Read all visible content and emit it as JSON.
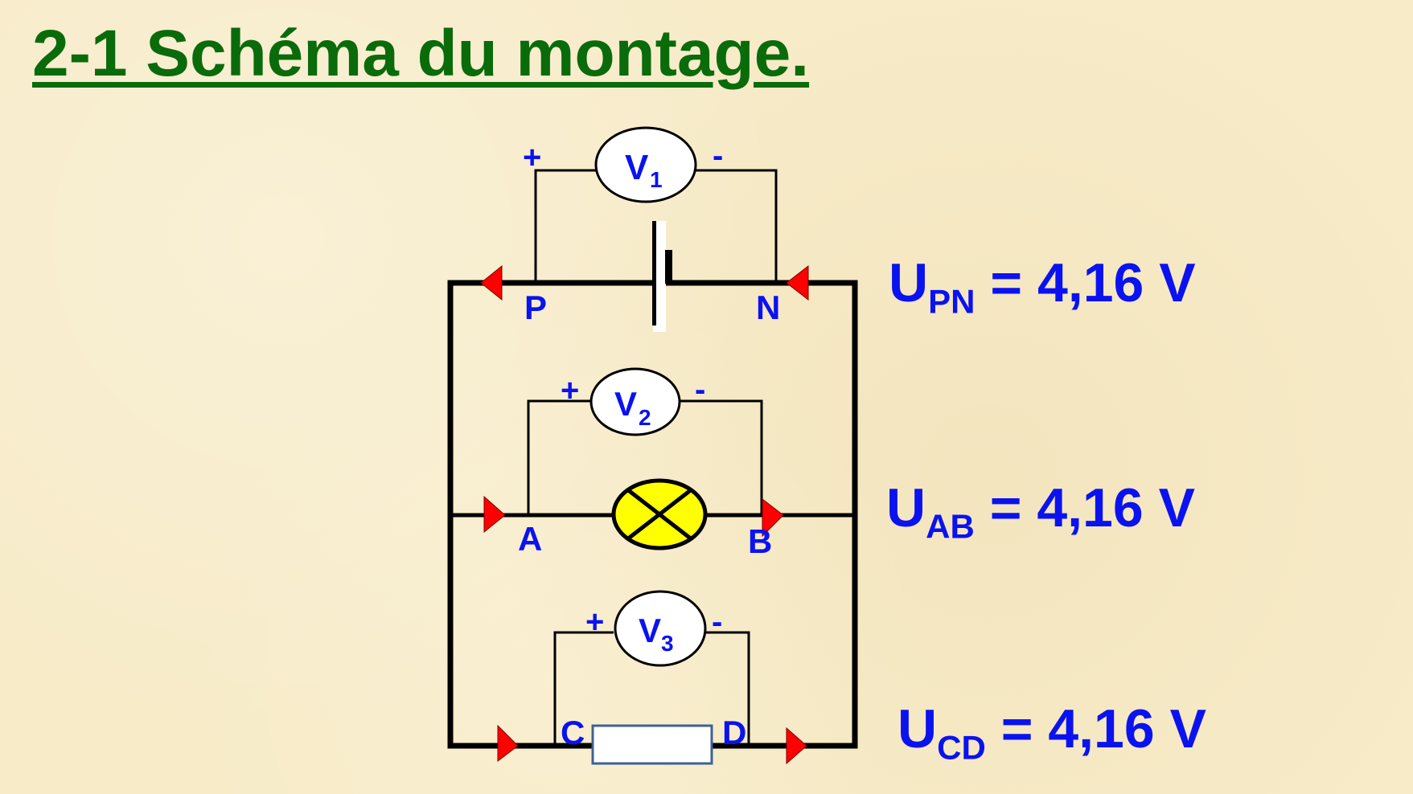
{
  "title": "2-1 Schéma du montage.",
  "colors": {
    "title": "#0a6b0a",
    "labels": "#0b12f0",
    "arrow": "#ff0000",
    "lamp": "#ffff00",
    "resistor_border": "#3c6293",
    "background": "#f7ebc8"
  },
  "voltmeters": [
    {
      "letter": "V",
      "index": "1",
      "plus": "+",
      "minus": "-"
    },
    {
      "letter": "V",
      "index": "2",
      "plus": "+",
      "minus": "-"
    },
    {
      "letter": "V",
      "index": "3",
      "plus": "+",
      "minus": "-"
    }
  ],
  "nodes": {
    "P": "P",
    "N": "N",
    "A": "A",
    "B": "B",
    "C": "C",
    "D": "D"
  },
  "components": {
    "generator": "battery-icon",
    "lamp": "lamp-icon",
    "resistor": "resistor-icon"
  },
  "measurements": [
    {
      "symbol": "U",
      "sub": "PN",
      "equals": "=",
      "value": "4,16",
      "unit": "V"
    },
    {
      "symbol": "U",
      "sub": "AB",
      "equals": "=",
      "value": "4,16",
      "unit": "V"
    },
    {
      "symbol": "U",
      "sub": "CD",
      "equals": "=",
      "value": "4,16",
      "unit": "V"
    }
  ]
}
